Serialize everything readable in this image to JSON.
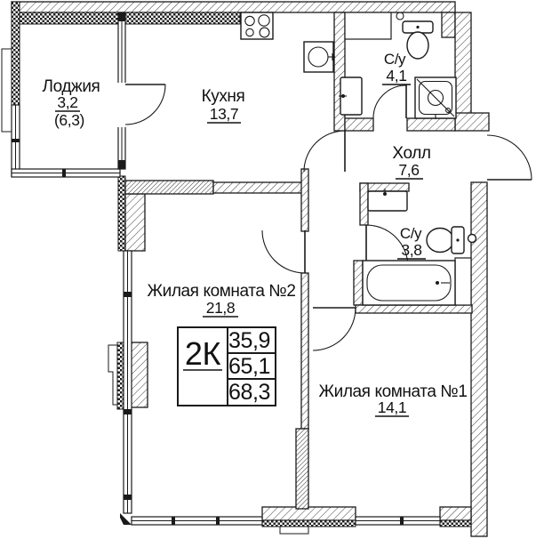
{
  "rooms": {
    "loggia": {
      "name": "Лоджия",
      "area": "3,2",
      "area_total": "(6,3)"
    },
    "kitchen": {
      "name": "Кухня",
      "area": "13,7"
    },
    "bathroom_top": {
      "name": "С/у",
      "area": "4,1"
    },
    "hall": {
      "name": "Холл",
      "area": "7,6"
    },
    "bathroom_bottom": {
      "name": "С/у",
      "area": "3,8"
    },
    "living_room_2": {
      "name": "Жилая комната №2",
      "area": "21,8"
    },
    "living_room_1": {
      "name": "Жилая комната №1",
      "area": "14,1"
    }
  },
  "info_table": {
    "type": "2К",
    "rows": [
      "35,9",
      "65,1",
      "68,3"
    ]
  },
  "colors": {
    "line": "#1a1a1a",
    "background": "#ffffff"
  }
}
